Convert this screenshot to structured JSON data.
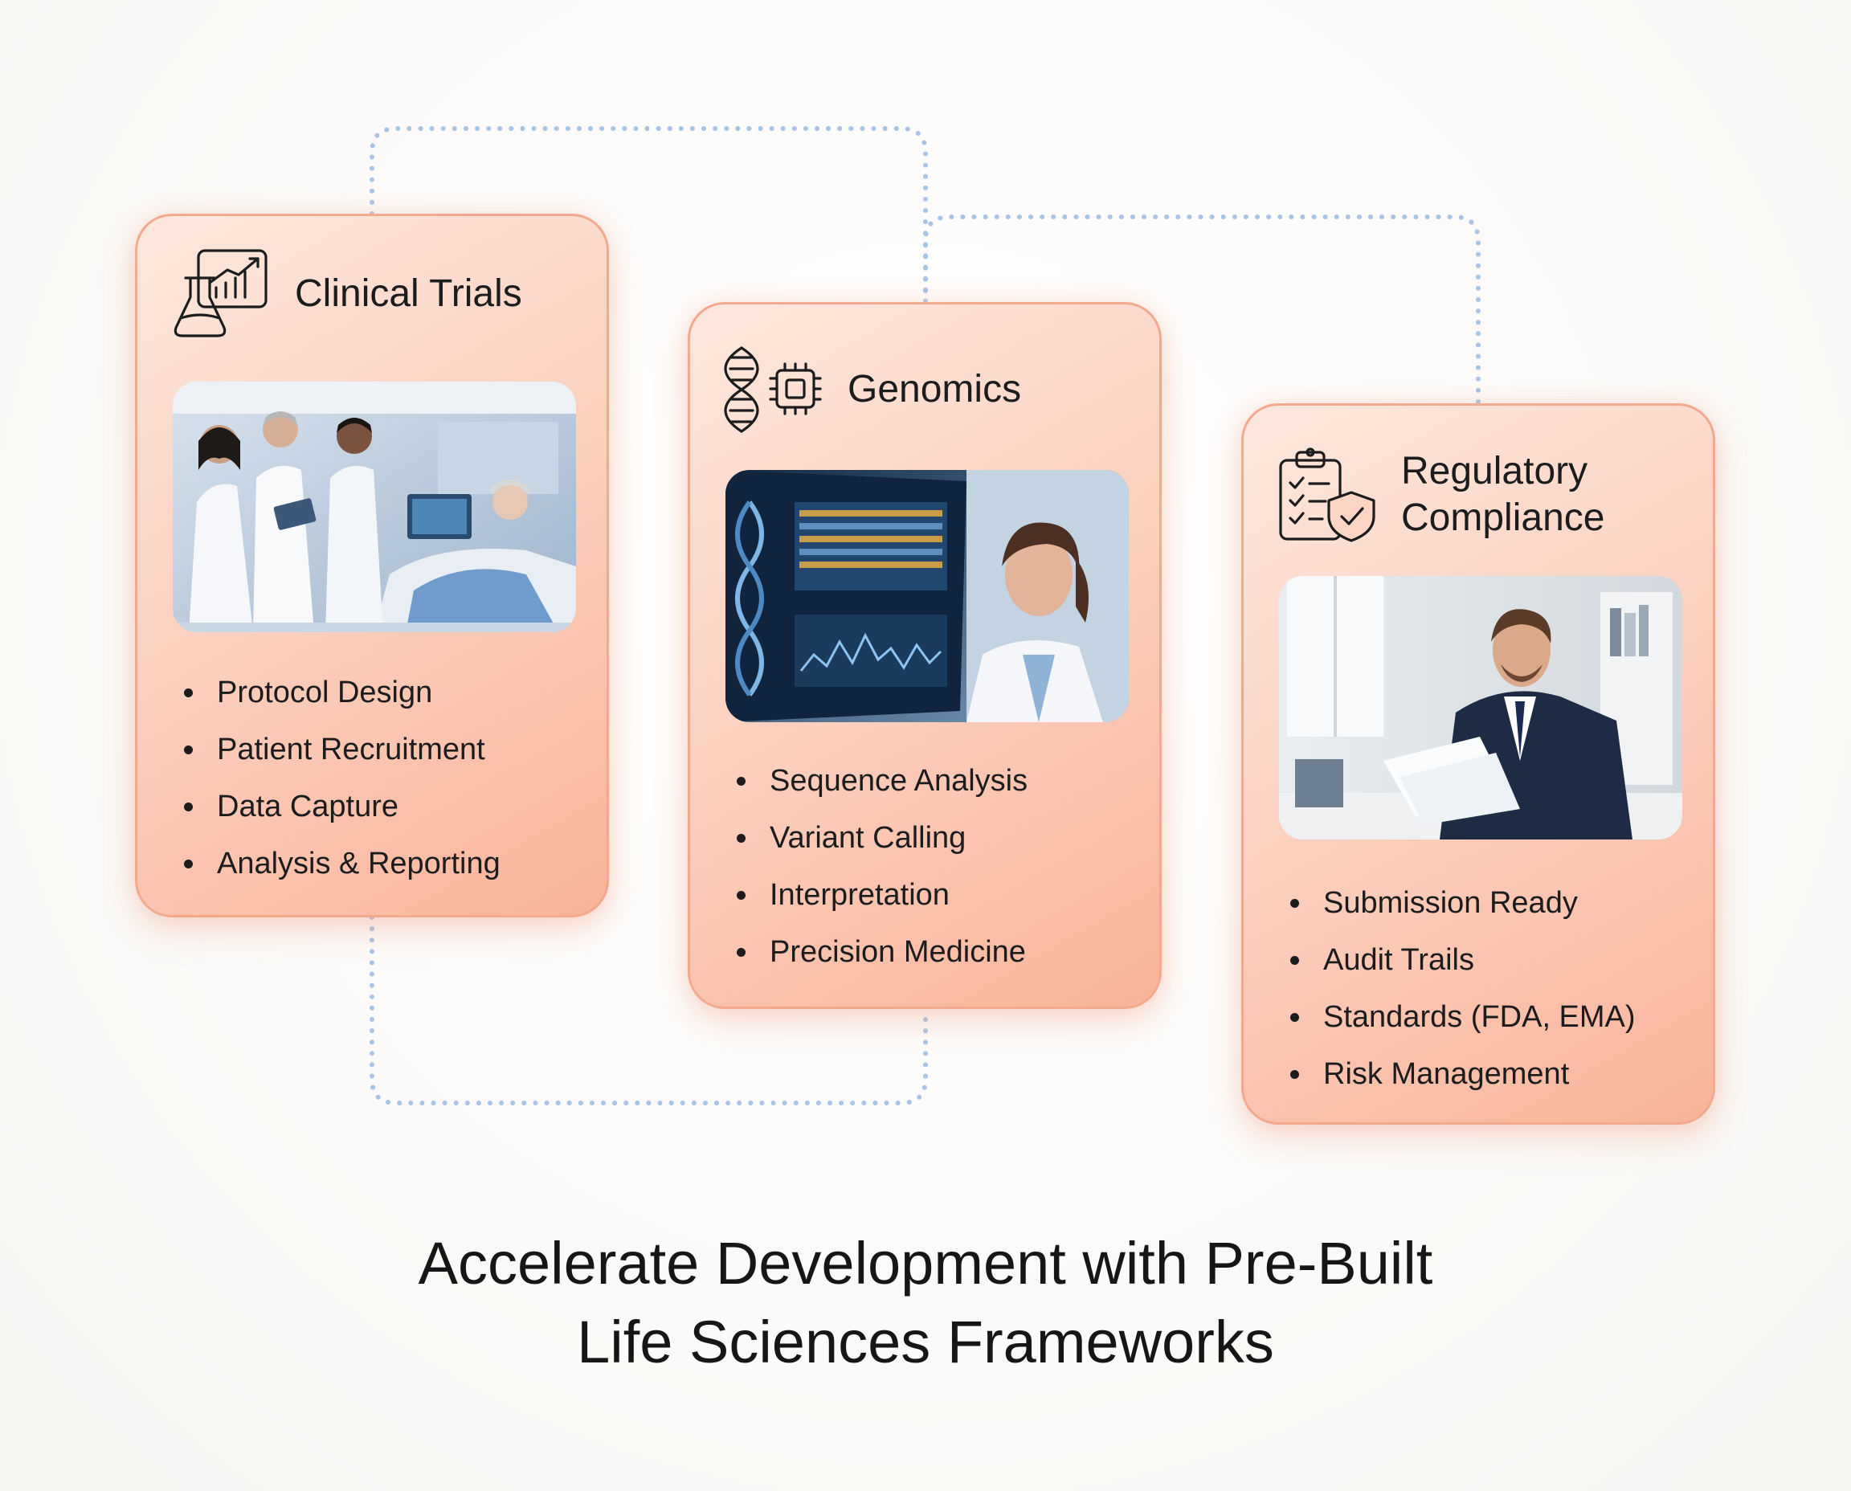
{
  "cards": [
    {
      "title": "Clinical Trials",
      "icon": "flask-chart-icon",
      "image": "clinical-team-photo",
      "items": [
        "Protocol Design",
        "Patient Recruitment",
        "Data Capture",
        "Analysis & Reporting"
      ]
    },
    {
      "title": "Genomics",
      "icon": "dna-chip-icon",
      "image": "genomics-researcher-photo",
      "items": [
        "Sequence Analysis",
        "Variant Calling",
        "Interpretation",
        "Precision Medicine"
      ]
    },
    {
      "title_line1": "Regulatory",
      "title_line2": "Compliance",
      "icon": "checklist-shield-icon",
      "image": "regulatory-reviewer-photo",
      "items": [
        "Submission Ready",
        "Audit Trails",
        "Standards (FDA, EMA)",
        "Risk Management"
      ]
    }
  ],
  "headline": {
    "line1": "Accelerate Development with Pre-Built",
    "line2": "Life Sciences Frameworks"
  },
  "colors": {
    "card_fill_start": "#fde8de",
    "card_fill_end": "#f9b49a",
    "card_border": "#f3a98e",
    "connector": "#a9c4e4",
    "text": "#1c1c1c"
  }
}
